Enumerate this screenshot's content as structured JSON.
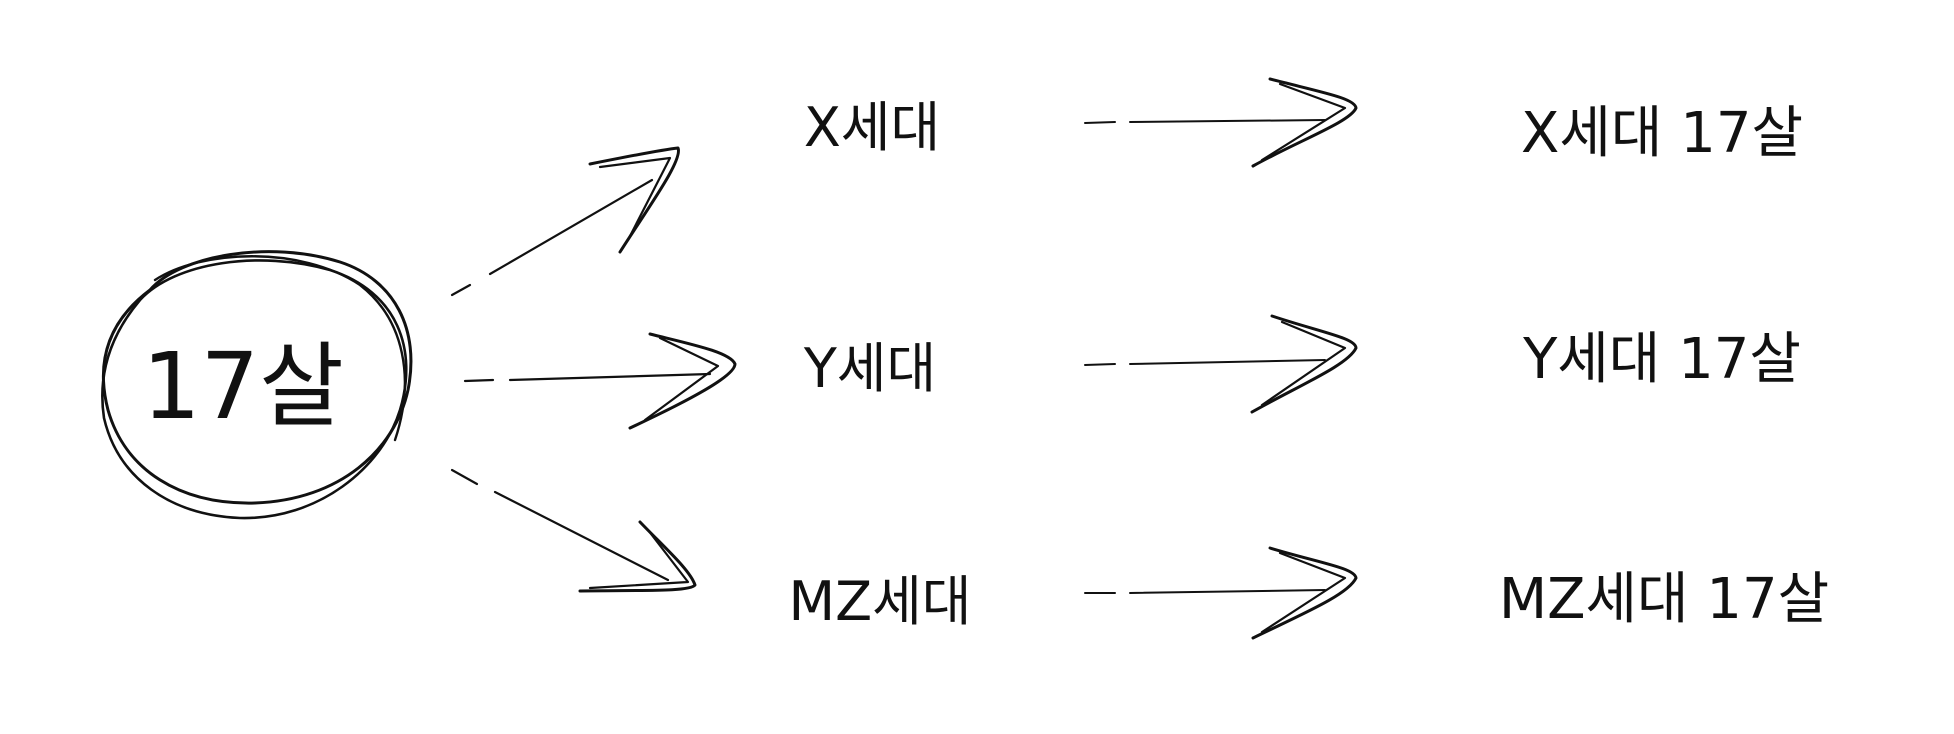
{
  "center": {
    "label": "17살"
  },
  "rows": [
    {
      "generation": "X세대",
      "result": "X세대 17살"
    },
    {
      "generation": "Y세대",
      "result": "Y세대 17살"
    },
    {
      "generation": "MZ세대",
      "result": "MZ세대 17살"
    }
  ],
  "colors": {
    "ink": "#111111",
    "background": "#ffffff"
  }
}
